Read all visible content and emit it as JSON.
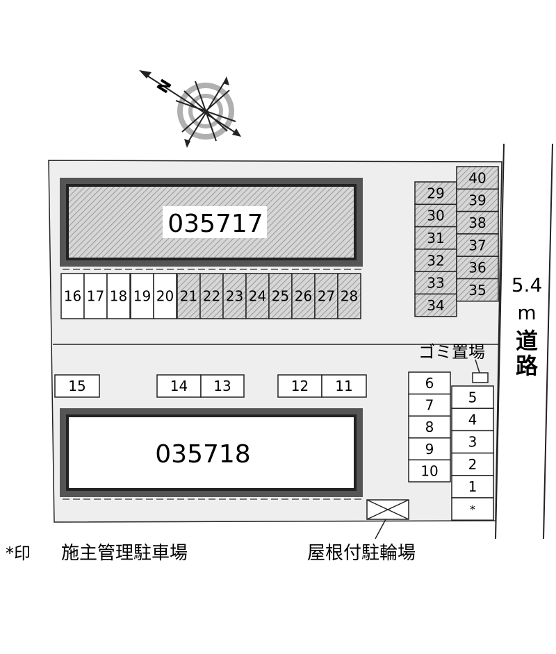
{
  "compass": {
    "north_label": "N"
  },
  "buildings": [
    {
      "id": "035717",
      "hatched": true
    },
    {
      "id": "035718",
      "hatched": false
    }
  ],
  "spaces": {
    "row_top_left": [
      "16",
      "17",
      "18",
      "19",
      "20"
    ],
    "row_top_right_hatched": [
      "21",
      "22",
      "23",
      "24",
      "25",
      "26",
      "27",
      "28"
    ],
    "right_col_a_hatched": [
      "29",
      "30",
      "31",
      "32",
      "33",
      "34"
    ],
    "right_col_b_hatched": [
      "40",
      "39",
      "38",
      "37",
      "36",
      "35"
    ],
    "middle_row": [
      "15",
      "14",
      "13",
      "12",
      "11"
    ],
    "col_6_10": [
      "6",
      "7",
      "8",
      "9",
      "10"
    ],
    "col_5_1": [
      "5",
      "4",
      "3",
      "2",
      "1",
      "*"
    ]
  },
  "labels": {
    "garbage": "ゴミ置場",
    "road_width": "5.4",
    "road_unit": "m",
    "road_word_1": "道",
    "road_word_2": "路",
    "legend_mark": "*印",
    "legend_text": "施主管理駐車場",
    "bike_shelter": "屋根付駐輪場"
  },
  "colors": {
    "line": "#222222",
    "lot": "#eeeeee",
    "hatch_bg": "#d6d6d6",
    "building_frame": "#555555"
  }
}
